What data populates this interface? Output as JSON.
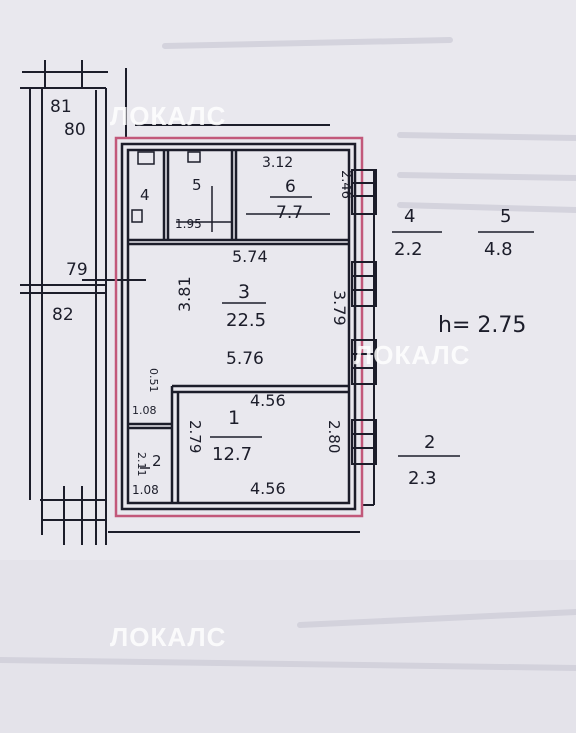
{
  "watermark": "ЛОКАЛС",
  "colors": {
    "paper": "#e9e8ee",
    "ink": "#1c1d2a",
    "boundary": "#c2587a"
  },
  "building": {
    "left_numbers": [
      "81",
      "80",
      "79",
      "82"
    ]
  },
  "rooms": [
    {
      "num": "4",
      "area": ""
    },
    {
      "num": "5",
      "area": ""
    },
    {
      "num": "6",
      "area": "7.7"
    },
    {
      "num": "3",
      "area": "22.5"
    },
    {
      "num": "1",
      "area": "12.7"
    },
    {
      "num": "2",
      "area": ""
    }
  ],
  "dims": {
    "r6_top": "3.12",
    "r6_side": "2.46",
    "r45_bottom": "1.95",
    "r3_top": "5.74",
    "r3_left": "3.81",
    "r3_right": "3.79",
    "r3_bottom": "5.76",
    "r1_top": "4.56",
    "r1_bottom": "4.56",
    "r1_left": "2.79",
    "r1_right": "2.80",
    "r2_top": "1.08",
    "r2_bottom": "1.08",
    "r2_side": "2.11",
    "r2_corner": "0.51"
  },
  "summary": [
    {
      "num": "4",
      "area": "2.2"
    },
    {
      "num": "5",
      "area": "4.8"
    },
    {
      "num": "2",
      "area": "2.3"
    }
  ],
  "height_note": "h= 2.75"
}
